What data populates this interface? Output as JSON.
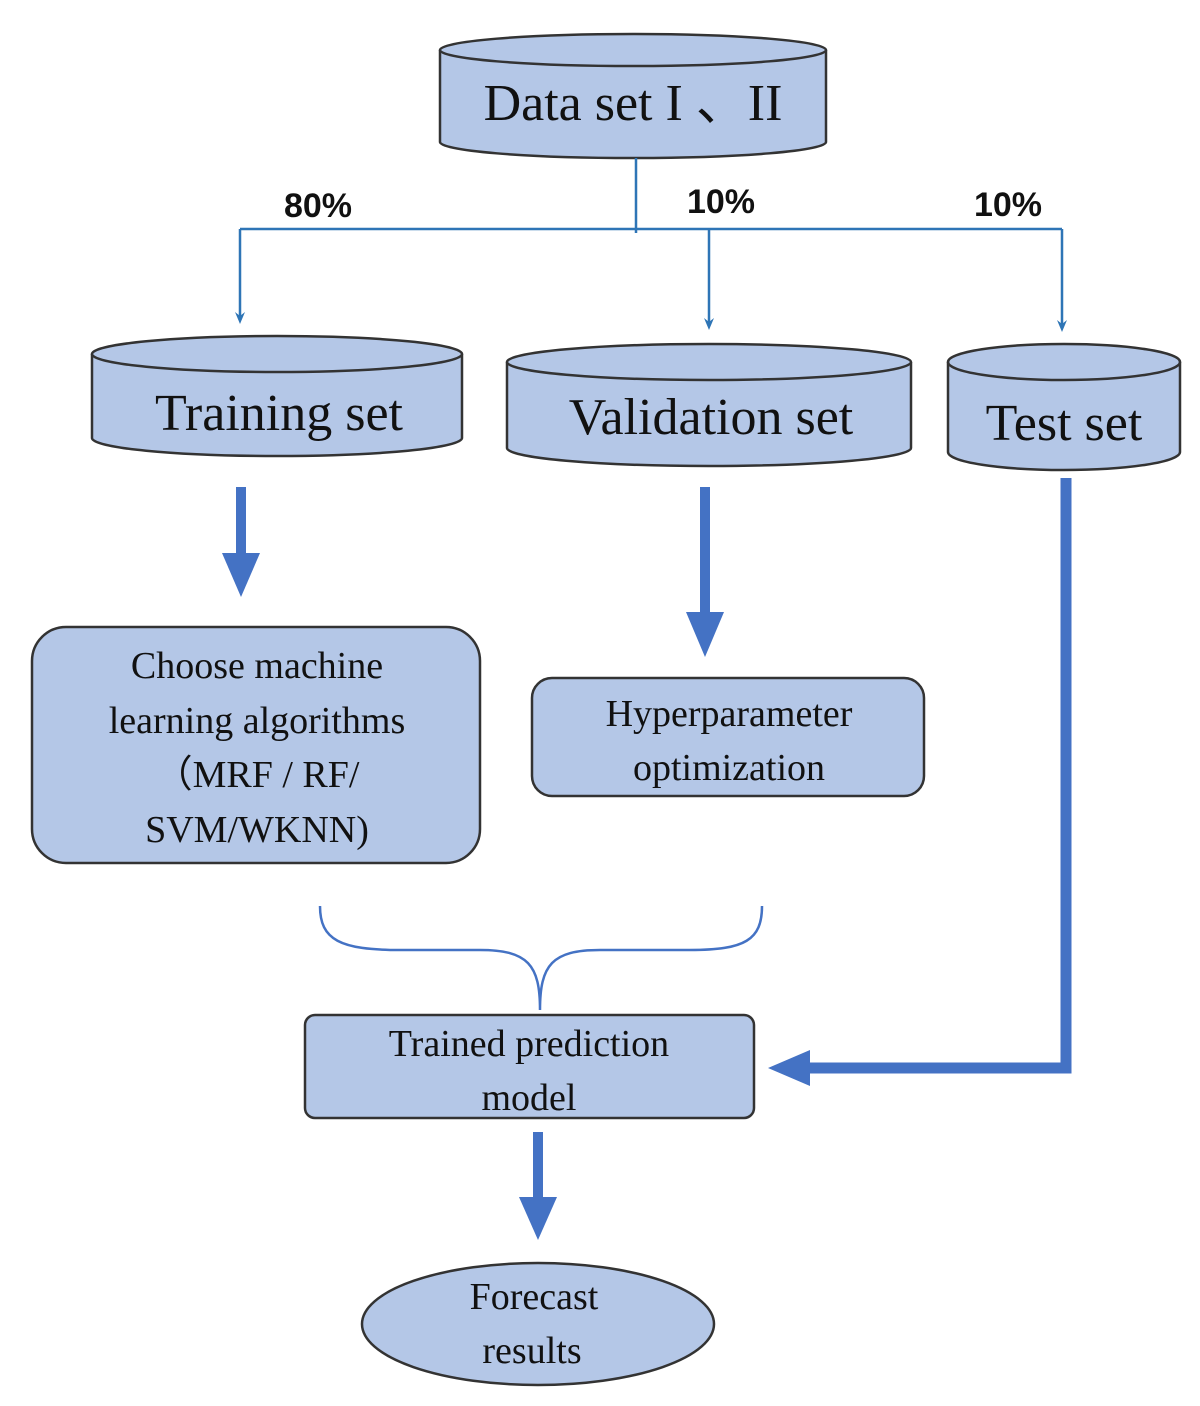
{
  "colors": {
    "fill": "#b4c7e7",
    "stroke": "#333333",
    "thin_arrow": "#2e75b6",
    "thick_arrow": "#4472c4",
    "brace": "#4472c4"
  },
  "dataset": {
    "label": "Data set I 、II"
  },
  "splits": {
    "train": "80%",
    "validation": "10%",
    "test": "10%"
  },
  "sets": {
    "training": "Training set",
    "validation": "Validation set",
    "test": "Test set"
  },
  "algorithms": {
    "line1": "Choose machine",
    "line2": "learning algorithms",
    "line3": "（MRF / RF/",
    "line4": "SVM/WKNN)"
  },
  "hyper": {
    "line1": "Hyperparameter",
    "line2": "optimization"
  },
  "trained": {
    "line1": "Trained prediction",
    "line2": "model"
  },
  "forecast": {
    "line1": "Forecast",
    "line2": "results"
  }
}
